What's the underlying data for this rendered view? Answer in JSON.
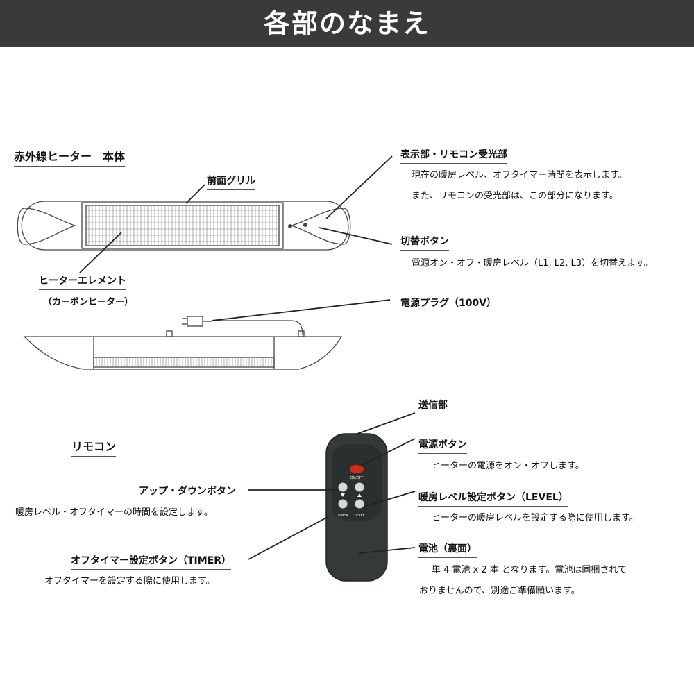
{
  "header": {
    "title": "各部のなまえ"
  },
  "heater": {
    "section_title": "赤外線ヒーター　本体",
    "front_grill": "前面グリル",
    "element": "ヒーターエレメント",
    "element_sub": "（カーボンヒーター）",
    "display": {
      "label": "表示部・リモコン受光部",
      "desc1": "現在の暖房レベル、オフタイマー時間を表示します。",
      "desc2": "また、リモコンの受光部は、この部分になります。"
    },
    "switch": {
      "label": "切替ボタン",
      "desc": "電源オン・オフ・暖房レベル（L1, L2, L3）を切替えます。"
    },
    "plug": {
      "label": "電源プラグ（100V）"
    }
  },
  "remote": {
    "section_title": "リモコン",
    "transmitter": {
      "label": "送信部"
    },
    "power": {
      "label": "電源ボタン",
      "desc": "ヒーターの電源をオン・オフします。"
    },
    "updown": {
      "label": "アップ・ダウンボタン",
      "desc": "暖房レベル・オフタイマーの時間を設定します。"
    },
    "level": {
      "label": "暖房レベル設定ボタン（LEVEL）",
      "desc": "ヒーターの暖房レベルを設定する際に使用します。"
    },
    "timer": {
      "label": "オフタイマー設定ボタン（TIMER）",
      "desc": "オフタイマーを設定する際に使用します。"
    },
    "battery": {
      "label": "電池（裏面）",
      "desc1": "単 4 電池 x 2 本 となります。電池は同梱されて",
      "desc2": "おりませんので、別途ご準備願います。"
    },
    "face": {
      "onoff": "ON/OFF",
      "timer": "TIMER",
      "level": "LEVEL"
    }
  }
}
